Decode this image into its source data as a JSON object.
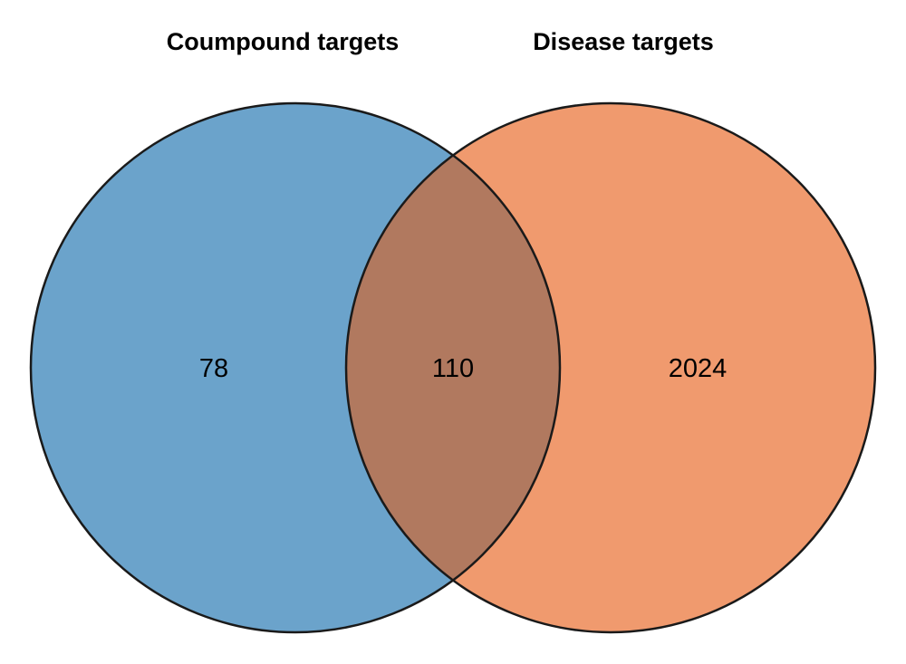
{
  "chart_data": {
    "type": "venn",
    "title": "",
    "legend_position": "none",
    "grid": false,
    "sets": [
      {
        "label": "Coumpound targets",
        "only_value": "78",
        "total_title": "Coumpound targets",
        "color": "#6ba3cb"
      },
      {
        "label": "Disease targets",
        "only_value": "2024",
        "total_title": "Disease targets",
        "color": "#f09a6e"
      }
    ],
    "overlap": {
      "value": "110",
      "color": "#b1795f"
    },
    "outline_color": "#1a1a1a"
  }
}
